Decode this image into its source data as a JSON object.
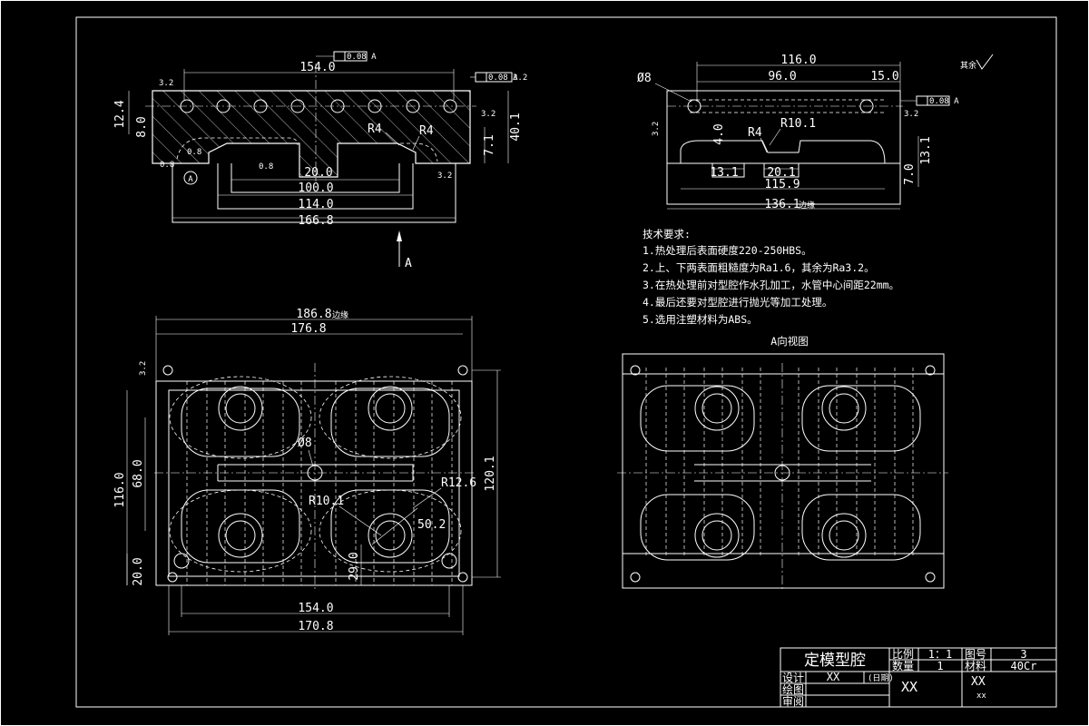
{
  "colors": {
    "background": "#000000",
    "lines": "#ffffff"
  },
  "section_view": {
    "dims": {
      "top_length": "154.0",
      "height_124": "12.4",
      "height_8": "8.0",
      "height_401": "40.1",
      "height_71": "7.1",
      "slot_200": "20.0",
      "bottom_1000": "100.0",
      "bottom_1140": "114.0",
      "bottom_1668": "166.8",
      "r4_left": "R4",
      "r4_right": "R4",
      "rough_32": "3.2",
      "rough_08a": "0.8",
      "rough_08b": "0.8",
      "rough_08c": "0.8",
      "rough_32b": "3.2",
      "rough_32c": "3.2",
      "rough_32d": "3.2",
      "tol_flat": "0.08 A",
      "tol_par": "0.08 A",
      "datum": "A"
    },
    "view_arrow_label": "A"
  },
  "side_view": {
    "dims": {
      "len_1160": "116.0",
      "len_960": "96.0",
      "len_150": "15.0",
      "dia_8": "Ø8",
      "r101": "R10.1",
      "r4": "R4",
      "d40": "4.0",
      "d131a": "13.1",
      "d201": "20.1",
      "d131b": "13.1",
      "d70": "7.0",
      "d1159": "115.9",
      "d1361": "136.1",
      "d1361_tag": "边缘",
      "tol": "0.08 A",
      "rough_a": "3.2",
      "rough_b": "3.2"
    },
    "rest_roughness": "其余"
  },
  "technical_requirements": {
    "title": "技术要求:",
    "items": [
      "1.热处理后表面硬度220-250HBS。",
      "2.上、下两表面粗糙度为Ra1.6，其余为Ra3.2。",
      "3.在热处理前对型腔作水孔加工，水管中心间距22mm。",
      "4.最后还要对型腔进行抛光等加工处理。",
      "5.选用注塑材料为ABS。"
    ]
  },
  "plan_view": {
    "dims": {
      "w_1868": "186.8",
      "w_1868_tag": "边缘",
      "w_1768": "176.8",
      "h_1160": "116.0",
      "h_680": "68.0",
      "h_1201": "120.1",
      "h_200": "20.0",
      "dia_8": "Ø8",
      "r126": "R12.6",
      "r101": "R10.1",
      "d502": "50.2",
      "d290": "29.0",
      "w_1540": "154.0",
      "w_1708": "170.8",
      "rough": "3.2"
    }
  },
  "a_view": {
    "title": "A向视图"
  },
  "title_block": {
    "part_name": "定模型腔",
    "scale_label": "比例",
    "scale_value": "1：1",
    "drawing_no_label": "图号",
    "drawing_no_value": "3",
    "quantity_label": "数量",
    "quantity_value": "1",
    "material_label": "材料",
    "material_value": "40Cr",
    "design_label": "设计",
    "design_value": "XX",
    "date_label": "(日期)",
    "draw_label": "绘图",
    "review_label": "审阅",
    "company": "XX",
    "school": "XX",
    "school_sub": "xx"
  }
}
